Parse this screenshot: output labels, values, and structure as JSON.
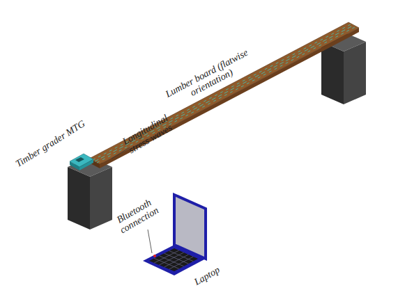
{
  "diagram": {
    "labels": [
      "Lumber board (flatwise orientation)",
      "Timber grader MTG",
      "Longitudinal stress waves",
      "Bluetooth connection",
      "Laptop"
    ]
  }
}
